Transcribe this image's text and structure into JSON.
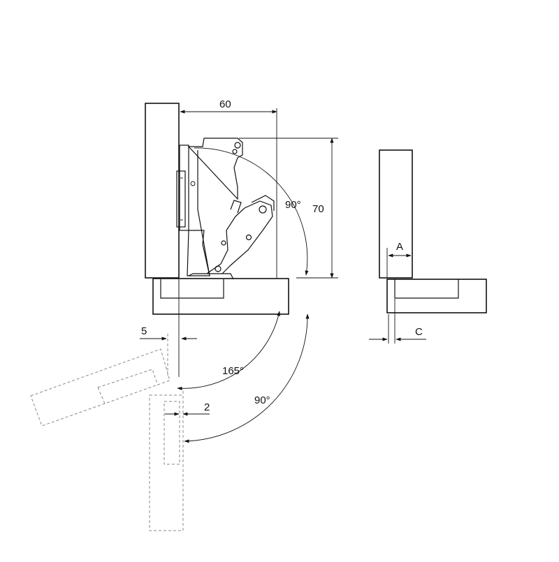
{
  "labels": {
    "dim_width": "60",
    "dim_height": "70",
    "angle_open": "90°",
    "overlay_offset": "5",
    "angle_165": "165°",
    "gap_offset": "2",
    "angle_90_bottom": "90°",
    "label_a": "A",
    "label_c": "C"
  }
}
